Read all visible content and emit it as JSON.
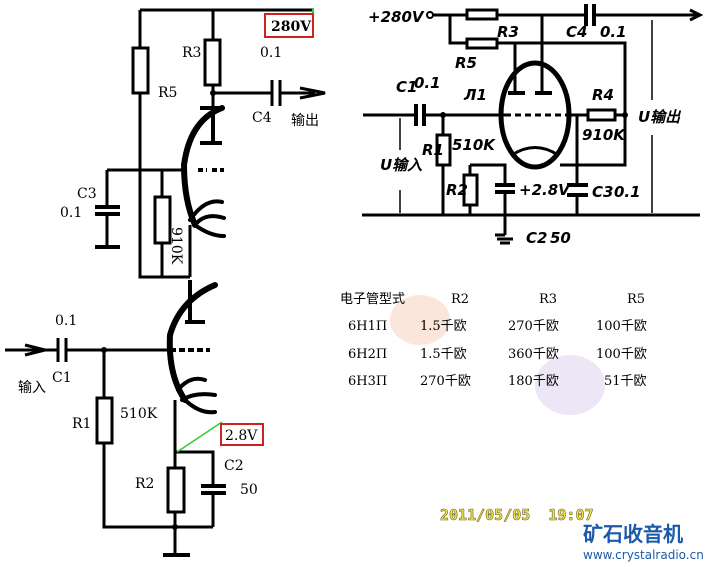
{
  "left_schematic": {
    "supply_voltage": "280V",
    "r3": "R3",
    "r5": "R5",
    "c4": "C4",
    "c4_value": "0.1",
    "output": "输出",
    "c3": "C3",
    "c3_value": "0.1",
    "r4_value": "910K",
    "c1": "C1",
    "c1_value": "0.1",
    "input": "输入",
    "r1": "R1",
    "r1_value": "510K",
    "r2": "R2",
    "c2": "C2",
    "c2_value": "50",
    "cathode_voltage": "2.8V"
  },
  "right_schematic": {
    "supply": "+280V",
    "r3": "R3",
    "r5": "R5",
    "c4": "C4",
    "c4_value": "0.1",
    "c1": "C1",
    "c1_value": "0.1",
    "tube": "Л1",
    "r4": "R4",
    "r4_value": "910K",
    "r1": "R1",
    "r1_value": "510K",
    "u_in": "U输入",
    "u_out": "U输出",
    "r2": "R2",
    "cathode_voltage": "+2.8V",
    "c3": "C3",
    "c3_value": "0.1",
    "c2": "C2",
    "c2_value": "50"
  },
  "table": {
    "headers": [
      "电子管型式",
      "R2",
      "R3",
      "R5"
    ],
    "rows": [
      [
        "6H1П",
        "1.5千欧",
        "270千欧",
        "100千欧"
      ],
      [
        "6H2П",
        "1.5千欧",
        "360千欧",
        "100千欧"
      ],
      [
        "6H3П",
        "270千欧",
        "180千欧",
        "51千欧"
      ]
    ]
  },
  "watermark": {
    "timestamp": "2011/05/05  19:07",
    "brand": "矿石收音机",
    "url": "www.crystalradio.cn"
  },
  "colors": {
    "box": "#cc2222",
    "leader": "#33cc33",
    "brand": "#1a5aa8"
  }
}
